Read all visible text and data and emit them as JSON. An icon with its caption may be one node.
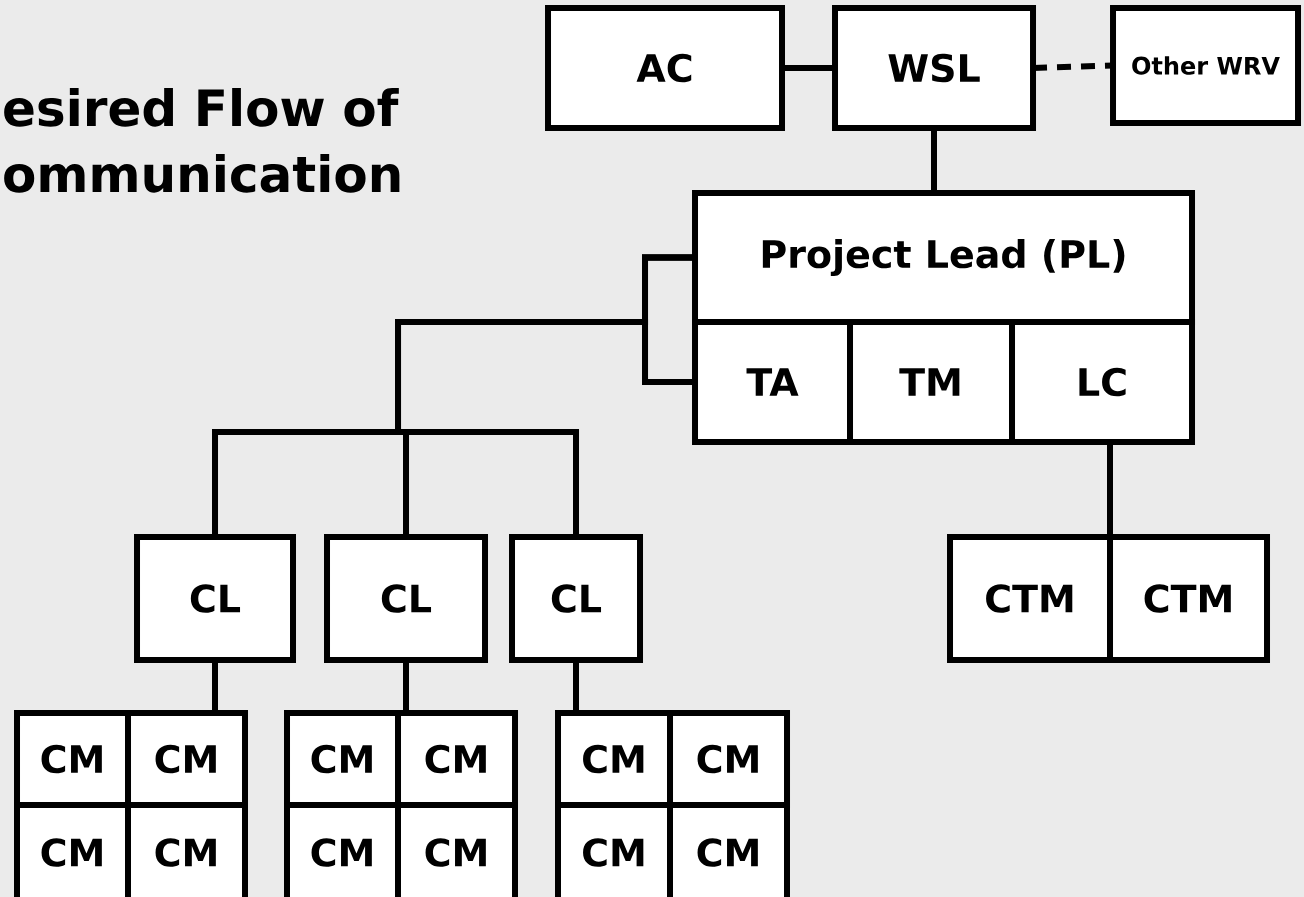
{
  "diagram": {
    "title": "esired Flow of ommunication",
    "nodes": [
      {
        "text": [
          "AC"
        ]
      },
      {
        "text": [
          "WSL"
        ]
      },
      {
        "text": [
          "Other WRV"
        ]
      },
      {
        "text": [
          "Project Lead (PL)"
        ]
      },
      {
        "text": [
          "TA"
        ]
      },
      {
        "text": [
          "TM"
        ]
      },
      {
        "text": [
          "LC"
        ]
      },
      {
        "text": [
          "CL"
        ]
      },
      {
        "text": [
          "CL"
        ]
      },
      {
        "text": [
          "CL"
        ]
      },
      {
        "text": [
          "CTM"
        ]
      },
      {
        "text": [
          "CTM"
        ]
      },
      {
        "text": [
          "CM"
        ]
      },
      {
        "text": [
          "CM"
        ]
      },
      {
        "text": [
          "CM"
        ]
      },
      {
        "text": [
          "CM"
        ]
      },
      {
        "text": [
          "CM"
        ]
      },
      {
        "text": [
          "CM"
        ]
      },
      {
        "text": [
          "CM"
        ]
      },
      {
        "text": [
          "CM"
        ]
      },
      {
        "text": [
          "CM"
        ]
      },
      {
        "text": [
          "CM"
        ]
      },
      {
        "text": [
          "CM"
        ]
      },
      {
        "text": [
          "CM"
        ]
      }
    ],
    "edges": [
      {
        "from": 0,
        "to": 1,
        "arrow": "none"
      },
      {
        "from": 1,
        "to": 2,
        "arrow": "none",
        "style": "dashed"
      },
      {
        "from": 1,
        "to": 3,
        "arrow": "none"
      },
      {
        "from": 3,
        "to": 7,
        "arrow": "none"
      },
      {
        "from": 3,
        "to": 8,
        "arrow": "none"
      },
      {
        "from": 3,
        "to": 9,
        "arrow": "none"
      },
      {
        "from": 4,
        "to": 7,
        "arrow": "none"
      },
      {
        "from": 4,
        "to": 8,
        "arrow": "none"
      },
      {
        "from": 4,
        "to": 9,
        "arrow": "none"
      },
      {
        "from": 6,
        "to": 10,
        "arrow": "none"
      },
      {
        "from": 6,
        "to": 11,
        "arrow": "none"
      },
      {
        "from": 7,
        "to": 13,
        "arrow": "none"
      },
      {
        "from": 8,
        "to": 17,
        "arrow": "none"
      },
      {
        "from": 9,
        "to": 20,
        "arrow": "none"
      }
    ]
  }
}
